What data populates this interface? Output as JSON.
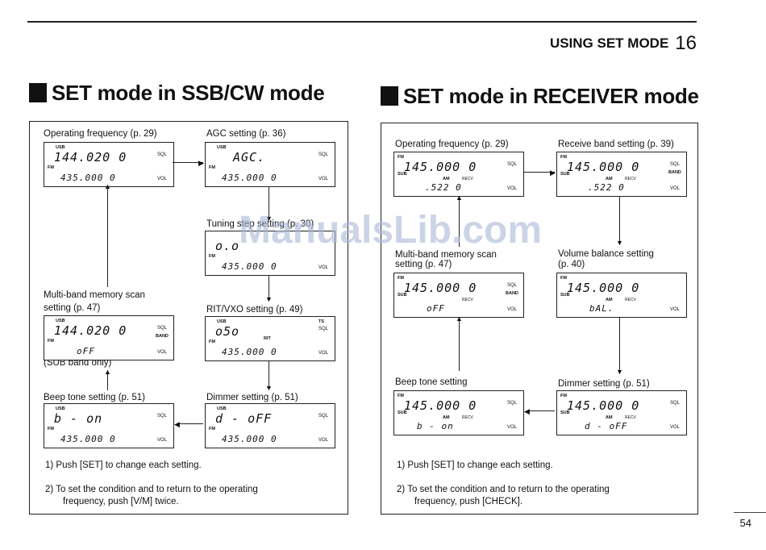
{
  "header": {
    "section_label": "USING SET MODE",
    "section_num": "16"
  },
  "left": {
    "title": "SET mode in SSB/CW mode",
    "labels": {
      "opfreq": "Operating frequency (p. 29)",
      "agc": "AGC setting (p. 36)",
      "tuning": "Tuning step setting (p. 30)",
      "mbscan1": "Multi-band memory scan",
      "mbscan2": "setting (p. 47)",
      "ritvxo": "RIT/VXO setting (p. 49)",
      "subonly": "(SUB band only)",
      "beep": "Beep tone setting (p. 51)",
      "dimmer": "Dimmer setting (p. 51)"
    },
    "lcd": {
      "opfreq": {
        "top": "144.020 0",
        "bottom": "435.000 0"
      },
      "agc": {
        "top": "AGC.",
        "bottom": "435.000 0"
      },
      "tuning": {
        "top": "o.o",
        "bottom": "435.000 0"
      },
      "mbscan": {
        "top": "144.020 0",
        "bottom": "oFF"
      },
      "rit": {
        "top": "o5o",
        "bottom": "435.000 0"
      },
      "beep": {
        "top": "b - on",
        "bottom": "435.000 0"
      },
      "dimmer": {
        "top": "d - oFF",
        "bottom": "435.000 0"
      }
    },
    "notes": [
      "1) Push [SET] to change each setting.",
      "2) To set the condition and to return to the operating",
      "frequency, push [V/M] twice."
    ]
  },
  "right": {
    "title": "SET mode in RECEIVER mode",
    "labels": {
      "opfreq": "Operating frequency (p. 29)",
      "rxband": "Receive band setting (p. 39)",
      "mbscan1": "Multi-band memory scan",
      "mbscan2": "setting (p. 47)",
      "vol1": "Volume balance setting",
      "vol2": "(p. 40)",
      "beep": "Beep tone setting",
      "dimmer": "Dimmer setting (p. 51)"
    },
    "lcd": {
      "opfreq": {
        "top": "145.000 0",
        "bottom": ".522 0"
      },
      "rxband": {
        "top": "145.000 0",
        "bottom": ".522 0"
      },
      "mbscan": {
        "top": "145.000 0",
        "bottom": "oFF"
      },
      "vol": {
        "top": "145.000 0",
        "bottom": "bAL."
      },
      "beep": {
        "top": "145.000 0",
        "bottom": "b - on"
      },
      "dimmer": {
        "top": "145.000 0",
        "bottom": "d - oFF"
      }
    },
    "notes": [
      "1) Push [SET] to change each setting.",
      "2) To set the condition and to return to the operating",
      "frequency, push [CHECK]."
    ]
  },
  "lcd_tags": {
    "usb": "USB",
    "fm": "FM",
    "sub": "SUB",
    "am": "AM",
    "recv": "RECV",
    "sql": "SQL",
    "vol": "VOL",
    "band": "BAND",
    "rit": "RIT",
    "ts": "TS"
  },
  "watermark": "ManualsLib.com",
  "page_number": "54"
}
